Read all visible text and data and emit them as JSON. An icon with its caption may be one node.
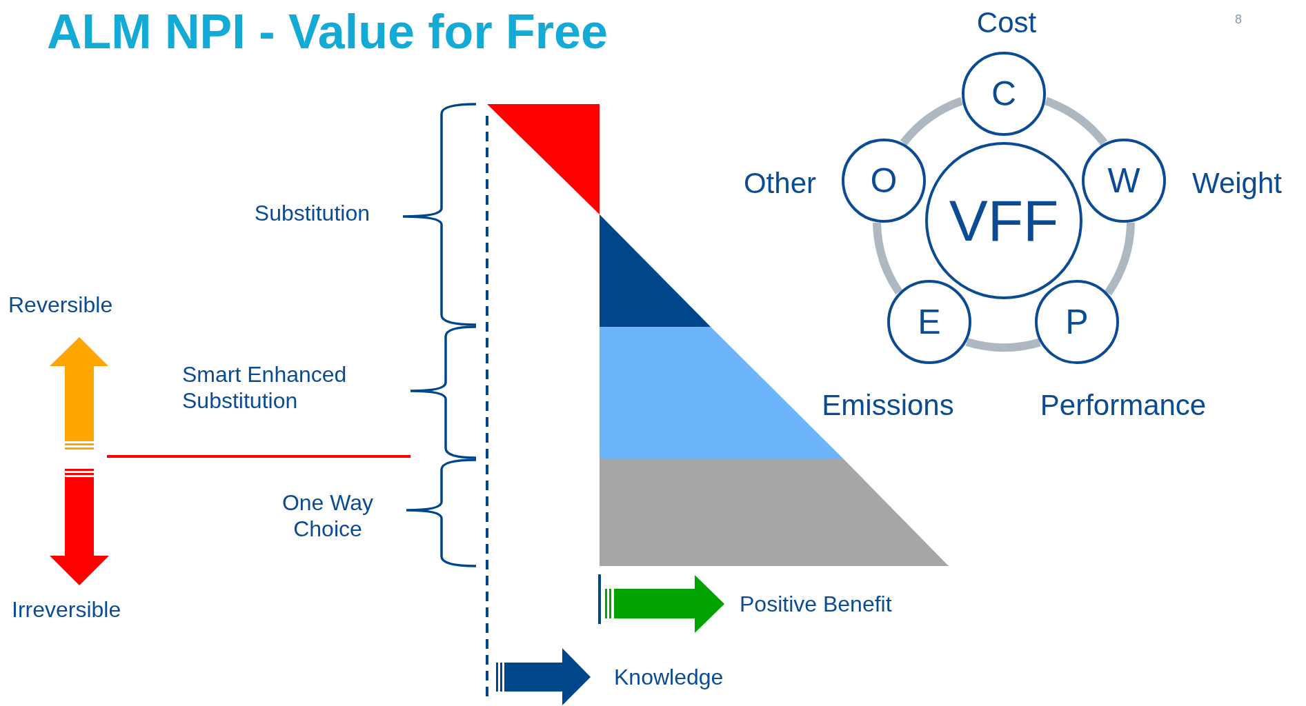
{
  "diagram": {
    "title": "ALM NPI - Value for Free",
    "nodes": [
      {
        "text": [
          "C"
        ],
        "beside": [
          "Cost"
        ]
      },
      {
        "text": [
          "O"
        ],
        "beside": [
          "Other"
        ]
      },
      {
        "text": [
          "VFF"
        ]
      },
      {
        "text": [
          "W"
        ],
        "beside": [
          "Weight"
        ]
      },
      {
        "text": [
          "E"
        ],
        "beside": [
          "Emissions"
        ]
      },
      {
        "text": [
          "P"
        ],
        "beside": [
          "Performance"
        ]
      }
    ],
    "edges": [
      {
        "from": 0,
        "to": 3,
        "arrow": "none"
      },
      {
        "from": 3,
        "to": 5,
        "arrow": "none"
      },
      {
        "from": 5,
        "to": 4,
        "arrow": "none"
      },
      {
        "from": 4,
        "to": 1,
        "arrow": "none"
      },
      {
        "from": 1,
        "to": 0,
        "arrow": "none"
      }
    ],
    "labels": [
      "8",
      "Substitution",
      "Reversible",
      "Smart Enhanced Substitution",
      "One Way Choice",
      "Irreversible",
      "Positive Benefit",
      "Knowledge"
    ]
  }
}
